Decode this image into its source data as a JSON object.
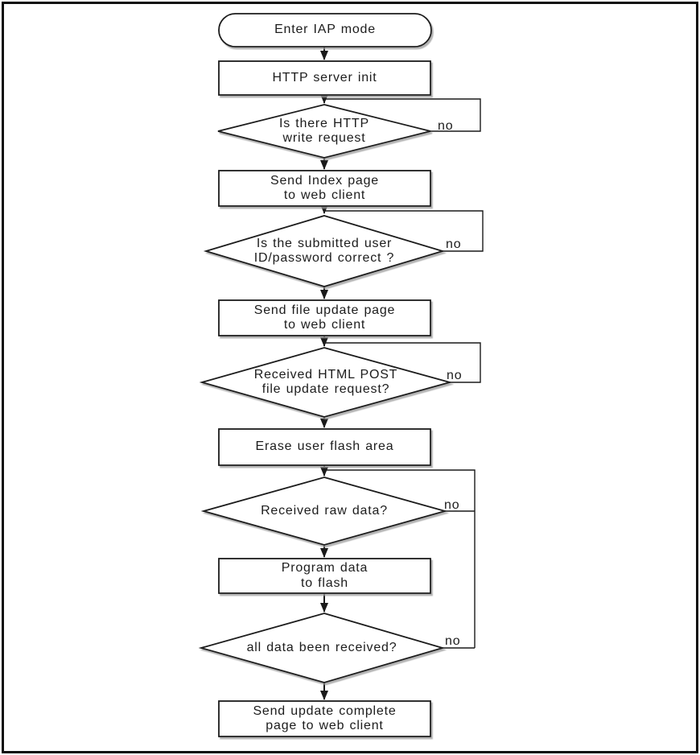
{
  "flowchart": {
    "nodes": [
      {
        "id": "start",
        "type": "terminator",
        "label": "Enter IAP mode"
      },
      {
        "id": "http-server-init",
        "type": "process",
        "label": "HTTP server init"
      },
      {
        "id": "http-write-request",
        "type": "decision",
        "label": "Is there HTTP\nwrite request",
        "branch_label": "no"
      },
      {
        "id": "send-index-page",
        "type": "process",
        "label": "Send Index page\nto web client"
      },
      {
        "id": "id-password-correct",
        "type": "decision",
        "label": "Is the submitted user\nID/password correct ?",
        "branch_label": "no"
      },
      {
        "id": "send-file-update-page",
        "type": "process",
        "label": "Send file update page\nto web client"
      },
      {
        "id": "received-html-post",
        "type": "decision",
        "label": "Received HTML POST\nfile update request?",
        "branch_label": "no"
      },
      {
        "id": "erase-user-flash",
        "type": "process",
        "label": "Erase user flash area"
      },
      {
        "id": "received-raw-data",
        "type": "decision",
        "label": "Received raw data?",
        "branch_label": "no"
      },
      {
        "id": "program-data",
        "type": "process",
        "label": "Program data\nto flash"
      },
      {
        "id": "all-data-received",
        "type": "decision",
        "label": "all data been received?",
        "branch_label": "no"
      },
      {
        "id": "send-update-complete",
        "type": "process",
        "label": "Send update complete\npage to web client"
      }
    ]
  },
  "colors": {
    "stroke": "#1a1a1a",
    "shadow": "#999999",
    "text": "#1c1c1c",
    "background": "#ffffff"
  }
}
